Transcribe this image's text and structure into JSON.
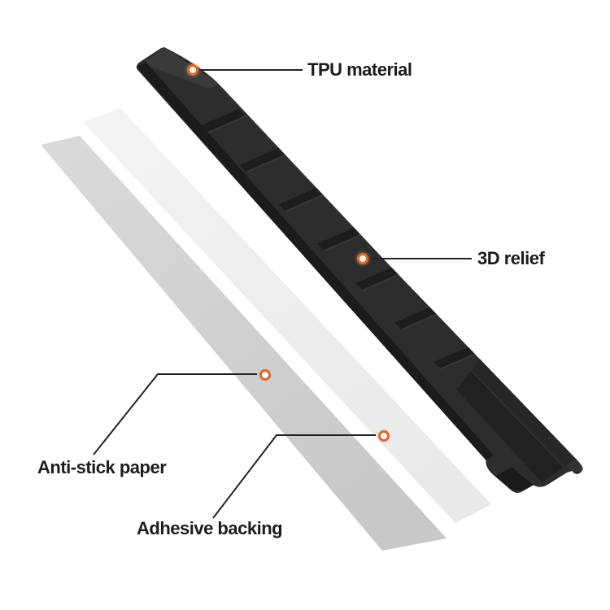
{
  "diagram": {
    "description": "Exploded view of TPU protective strip with adhesive layers",
    "background_color": "#ffffff",
    "parts": [
      {
        "id": "tpu-material",
        "label": "TPU material"
      },
      {
        "id": "3d-relief",
        "label": "3D relief"
      },
      {
        "id": "anti-stick-paper",
        "label": "Anti-stick paper"
      },
      {
        "id": "adhesive-backing",
        "label": "Adhesive backing"
      }
    ],
    "colors": {
      "accent_ring": "#e0662a",
      "accent_glow": "#f08a4a",
      "callout_line": "#232323",
      "label_text": "#1c1c1c",
      "tpu_strip": "#2d2d2d",
      "tpu_ridge_shadow": "#1d1d1d",
      "anti_stick_paper_strip": "#d2d2d2",
      "adhesive_backing_strip": "#efefef"
    }
  }
}
